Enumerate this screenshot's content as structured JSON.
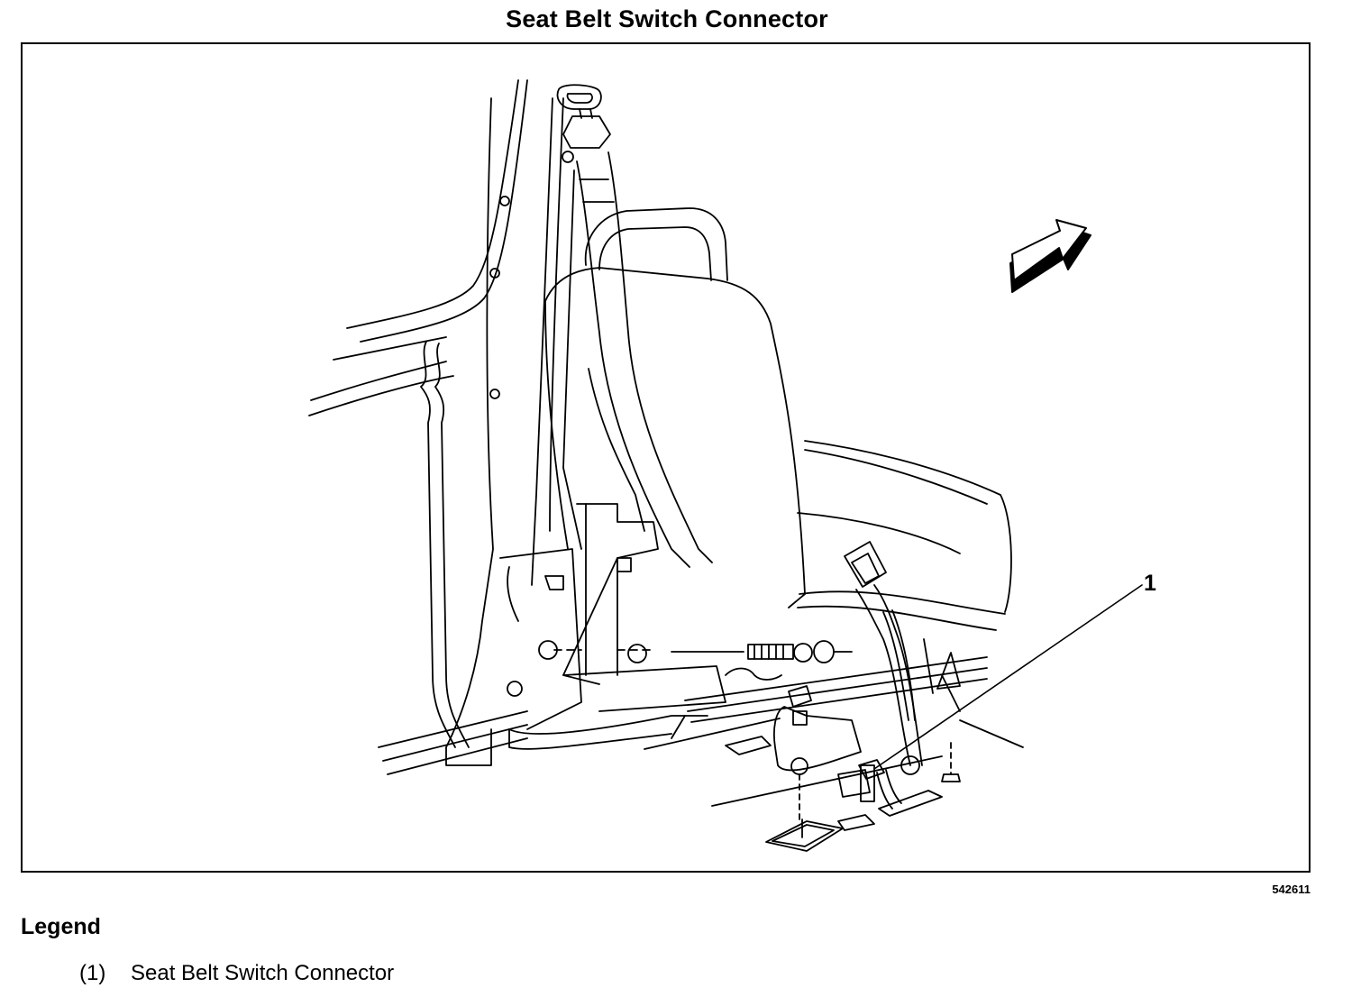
{
  "title": "Seat Belt Switch Connector",
  "figure_id": "542611",
  "callouts": [
    {
      "label": "1"
    }
  ],
  "legend": {
    "heading": "Legend",
    "items": [
      {
        "number": "(1)",
        "text": "Seat Belt Switch Connector"
      }
    ]
  }
}
